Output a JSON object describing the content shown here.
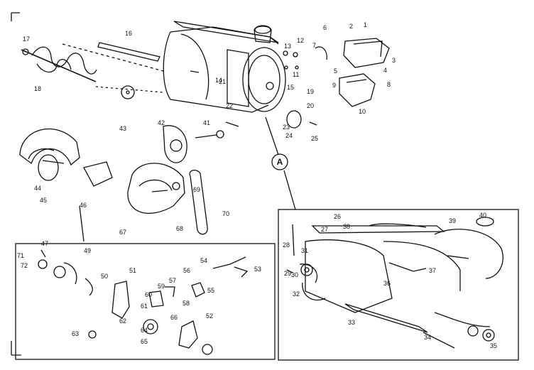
{
  "diagram": {
    "callout": "A",
    "labels": [
      "17",
      "16",
      "18",
      "1",
      "2",
      "3",
      "4",
      "5",
      "6",
      "7",
      "8",
      "9",
      "10",
      "11",
      "12",
      "13",
      "14",
      "15",
      "19",
      "20",
      "21",
      "22",
      "23",
      "24",
      "25",
      "26",
      "27",
      "28",
      "29",
      "30",
      "31",
      "32",
      "33",
      "34",
      "35",
      "36",
      "37",
      "38",
      "39",
      "40",
      "41",
      "42",
      "43",
      "44",
      "45",
      "46",
      "47",
      "49",
      "50",
      "51",
      "52",
      "53",
      "54",
      "55",
      "56",
      "57",
      "58",
      "59",
      "60",
      "61",
      "62",
      "63",
      "64",
      "65",
      "66",
      "67",
      "68",
      "69",
      "70",
      "71",
      "72"
    ]
  }
}
